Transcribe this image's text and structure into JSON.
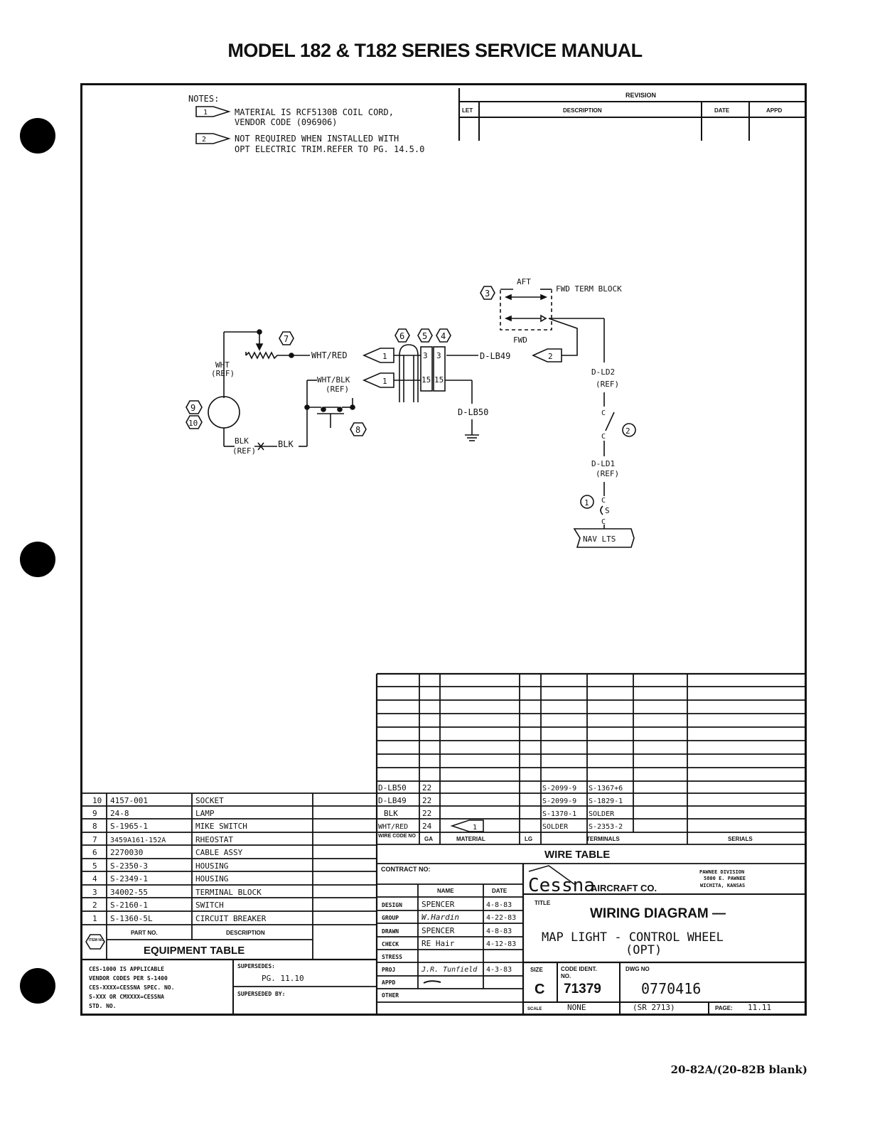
{
  "page": {
    "header_title": "MODEL 182 & T182 SERIES SERVICE MANUAL",
    "footer_ref": "20-82A/(20-82B blank)"
  },
  "notes": {
    "heading": "NOTES:",
    "note1_num": "1",
    "note1_line1": "MATERIAL IS RCF5130B COIL CORD,",
    "note1_line2": "VENDOR CODE (096906)",
    "note2_num": "2",
    "note2_line1": "NOT REQUIRED WHEN INSTALLED WITH",
    "note2_line2": "OPT ELECTRIC TRIM.REFER TO PG. 14.5.0"
  },
  "revision": {
    "title": "REVISION",
    "col_let": "LET",
    "col_desc": "DESCRIPTION",
    "col_date": "DATE",
    "col_appd": "APPD"
  },
  "schematic": {
    "aft": "AFT",
    "fwd": "FWD",
    "fwd_term_block": "FWD TERM BLOCK",
    "wht_ref": "WHT",
    "wht_ref2": "(REF)",
    "blk_ref": "BLK",
    "blk_ref2": "(REF)",
    "blk": "BLK",
    "wht_red": "WHT/RED",
    "wht_blk": "WHT/BLK",
    "wht_blk_ref": "(REF)",
    "d_lb49": "D-LB49",
    "d_lb50": "D-LB50",
    "d_ld2": "D-LD2",
    "d_ld2_ref": "(REF)",
    "d_ld1": "D-LD1",
    "d_ld1_ref": "(REF)",
    "term_3a": "3",
    "term_3b": "3",
    "term_15a": "15",
    "term_15b": "15",
    "nav_lts": "NAV LTS",
    "c_upper": "C",
    "c_lower": "C",
    "c_conn1": "C",
    "c_conn2": "C",
    "s_conn": "S",
    "flag_1a": "1",
    "flag_1b": "1",
    "flag_2": "2",
    "item_3": "3",
    "item_4": "4",
    "item_5": "5",
    "item_6": "6",
    "item_7": "7",
    "item_8": "8",
    "item_9": "9",
    "item_10": "10",
    "item_1_circ": "1",
    "item_2_circ": "2"
  },
  "wire_table": {
    "title": "WIRE TABLE",
    "col_wire_code": "WIRE CODE NO",
    "col_ga": "GA",
    "col_material": "MATERIAL",
    "col_lg": "LG",
    "col_terminals": "TERMINALS",
    "col_serials": "SERIALS",
    "rows": [
      {
        "code": "D-LB50",
        "ga": "22",
        "material": "",
        "lg": "",
        "t1": "S-2099-9",
        "t2": "S-1367+6"
      },
      {
        "code": "D-LB49",
        "ga": "22",
        "material": "",
        "lg": "",
        "t1": "S-2099-9",
        "t2": "S-1829-1"
      },
      {
        "code": "BLK",
        "ga": "22",
        "material": "",
        "lg": "",
        "t1": "S-1370-1",
        "t2": "SOLDER"
      },
      {
        "code": "WHT/RED",
        "ga": "24",
        "material": "1",
        "lg": "",
        "t1": "SOLDER",
        "t2": "S-2353-2"
      }
    ]
  },
  "equipment_table": {
    "title": "EQUIPMENT TABLE",
    "col_item": "ITEM NO",
    "col_part": "PART NO.",
    "col_desc": "DESCRIPTION",
    "rows": [
      {
        "item": "10",
        "part": "4157-001",
        "desc": "SOCKET"
      },
      {
        "item": "9",
        "part": "24-8",
        "desc": "LAMP"
      },
      {
        "item": "8",
        "part": "S-1965-1",
        "desc": "MIKE SWITCH"
      },
      {
        "item": "7",
        "part": "3459A161-152A",
        "desc": "RHEOSTAT"
      },
      {
        "item": "6",
        "part": "2270030",
        "desc": "CABLE ASSY"
      },
      {
        "item": "5",
        "part": "S-2350-3",
        "desc": "HOUSING"
      },
      {
        "item": "4",
        "part": "S-2349-1",
        "desc": "HOUSING"
      },
      {
        "item": "3",
        "part": "34002-55",
        "desc": "TERMINAL BLOCK"
      },
      {
        "item": "2",
        "part": "S-2160-1",
        "desc": "SWITCH"
      },
      {
        "item": "1",
        "part": "S-1360-5L",
        "desc": "CIRCUIT BREAKER"
      }
    ]
  },
  "title_block": {
    "contract_no": "CONTRACT NO:",
    "col_name": "NAME",
    "col_date": "DATE",
    "design_label": "DESIGN",
    "design_name": "SPENCER",
    "design_date": "4-8-83",
    "group_label": "GROUP",
    "group_name": "W.Hardin",
    "group_date": "4-22-83",
    "drawn_label": "DRAWN",
    "drawn_name": "SPENCER",
    "drawn_date": "4-8-83",
    "check_label": "CHECK",
    "check_name": "RE Hair",
    "check_date": "4-12-83",
    "stress_label": "STRESS",
    "proj_label": "PROJ",
    "proj_name": "J.R. Tunfield",
    "proj_date": "4-3-83",
    "appd_label": "APPD",
    "other_label": "OTHER",
    "company": "Cessna",
    "company_suffix": "AIRCRAFT CO.",
    "division_1": "PAWNEE DIVISION",
    "division_2": "5800 E. PAWNEE",
    "division_3": "WICHITA, KANSAS",
    "title_label": "TITLE",
    "title_main": "WIRING DIAGRAM —",
    "title_sub1": "MAP LIGHT - CONTROL WHEEL",
    "title_sub2": "(OPT)",
    "size_label": "SIZE",
    "size_value": "C",
    "code_ident_label": "CODE IDENT.",
    "code_ident_no": "NO.",
    "code_ident_value": "71379",
    "dwg_no_label": "DWG NO",
    "dwg_no_value": "0770416",
    "scale_label": "SCALE",
    "scale_value": "NONE",
    "sr_value": "(SR 2713)",
    "page_label": "PAGE:",
    "page_value": "11.11"
  },
  "spec_block": {
    "line1": "CES-1000 IS APPLICABLE",
    "line2": "VENDOR CODES PER S-1400",
    "line3": "CES-XXXX=CESSNA SPEC. NO.",
    "line4": "S-XXX OR CMXXXX=CESSNA",
    "line5": "STD. NO.",
    "supersedes_label": "SUPERSEDES:",
    "supersedes_value": "PG. 11.10",
    "superseded_by_label": "SUPERSEDED BY:"
  }
}
